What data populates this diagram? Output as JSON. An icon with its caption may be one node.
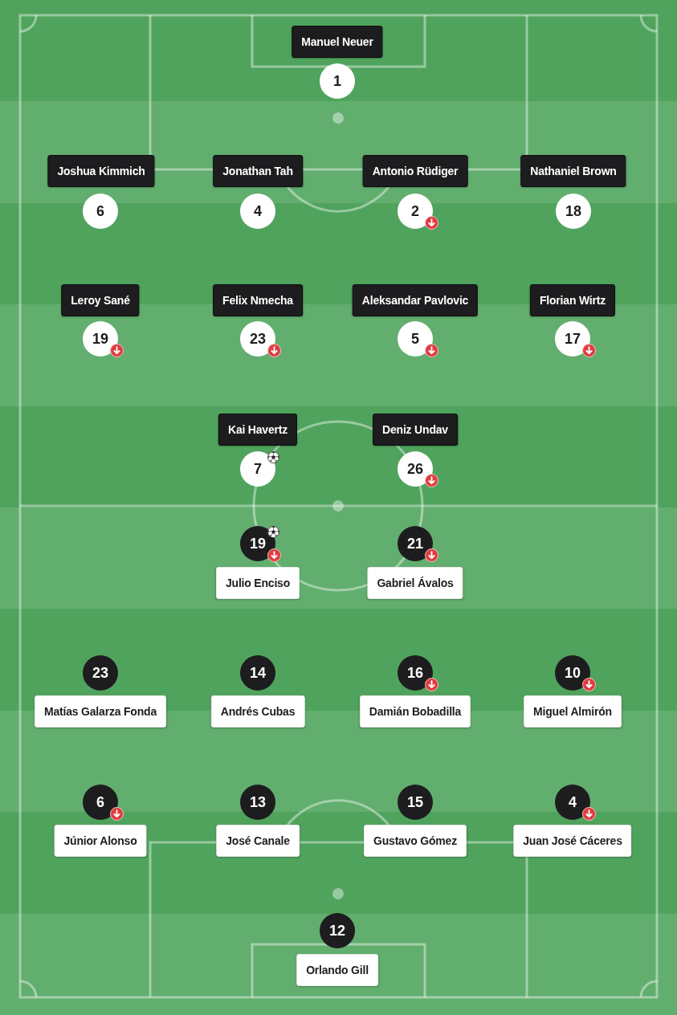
{
  "diagram": {
    "nodes": [
      {
        "text": [
          "Manuel Neuer"
        ]
      },
      {
        "text": [
          "1"
        ]
      },
      {
        "text": [
          "Joshua Kimmich"
        ]
      },
      {
        "text": [
          "Jonathan Tah"
        ]
      },
      {
        "text": [
          "Antonio Rüdiger"
        ]
      },
      {
        "text": [
          "Nathaniel Brown"
        ]
      },
      {
        "text": [
          "6"
        ]
      },
      {
        "text": [
          "4"
        ]
      },
      {
        "text": [
          "2"
        ]
      },
      {
        "text": [
          "18"
        ]
      },
      {
        "text": [
          "Leroy Sané"
        ]
      },
      {
        "text": [
          "Felix Nmecha"
        ]
      },
      {
        "text": [
          "Aleksandar Pavlovic"
        ]
      },
      {
        "text": [
          "Florian Wirtz"
        ]
      },
      {
        "text": [
          "19"
        ]
      },
      {
        "text": [
          "23"
        ]
      },
      {
        "text": [
          "5"
        ]
      },
      {
        "text": [
          "17"
        ]
      },
      {
        "text": [
          "Kai Havertz"
        ]
      },
      {
        "text": [
          "Deniz Undav"
        ]
      },
      {
        "text": [
          "7"
        ]
      },
      {
        "text": [
          "26"
        ]
      },
      {
        "text": [
          "19"
        ]
      },
      {
        "text": [
          "21"
        ]
      },
      {
        "text": [
          "Julio Enciso"
        ]
      },
      {
        "text": [
          "Gabriel Ávalos"
        ]
      },
      {
        "text": [
          "23"
        ]
      },
      {
        "text": [
          "14"
        ]
      },
      {
        "text": [
          "16"
        ]
      },
      {
        "text": [
          "10"
        ]
      },
      {
        "text": [
          "Matías Galarza Fonda"
        ]
      },
      {
        "text": [
          "Andrés Cubas"
        ]
      },
      {
        "text": [
          "Damián Bobadilla"
        ]
      },
      {
        "text": [
          "Miguel Almirón"
        ]
      },
      {
        "text": [
          "6"
        ]
      },
      {
        "text": [
          "13"
        ]
      },
      {
        "text": [
          "15"
        ]
      },
      {
        "text": [
          "4"
        ]
      },
      {
        "text": [
          "Júnior Alonso"
        ]
      },
      {
        "text": [
          "José Canale"
        ]
      },
      {
        "text": [
          "Gustavo Gómez"
        ]
      },
      {
        "text": [
          "Juan José Cáceres"
        ]
      },
      {
        "text": [
          "12"
        ]
      },
      {
        "text": [
          "Orlando Gill"
        ]
      }
    ]
  }
}
